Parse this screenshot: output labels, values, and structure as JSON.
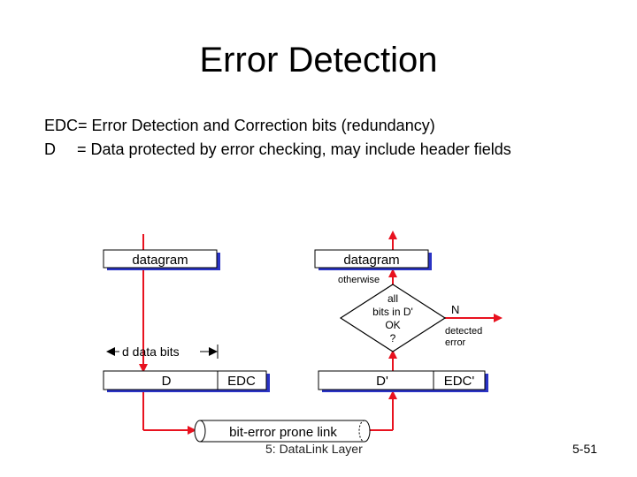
{
  "slide": {
    "title": "Error Detection",
    "definitions": {
      "edc_line": "EDC= Error Detection and Correction bits (redundancy)",
      "d_symbol": "D",
      "d_text": "= Data protected by error checking, may include header fields"
    },
    "footer": {
      "layer": "5: DataLink Layer",
      "page": "5-51"
    }
  },
  "diagram": {
    "sender_datagram": "datagram",
    "receiver_datagram": "datagram",
    "otherwise": "otherwise",
    "decision": [
      "all",
      "bits in D'",
      "OK",
      "?"
    ],
    "no_branch": "N",
    "detected_error": [
      "detected",
      "error"
    ],
    "d_data_bits": "d data bits",
    "sender_d": "D",
    "sender_edc": "EDC",
    "receiver_d": "D'",
    "receiver_edc": "EDC'",
    "link": "bit-error prone link"
  },
  "colors": {
    "flow_red": "#e8121f",
    "box_shadow_blue": "#2a33c4"
  }
}
